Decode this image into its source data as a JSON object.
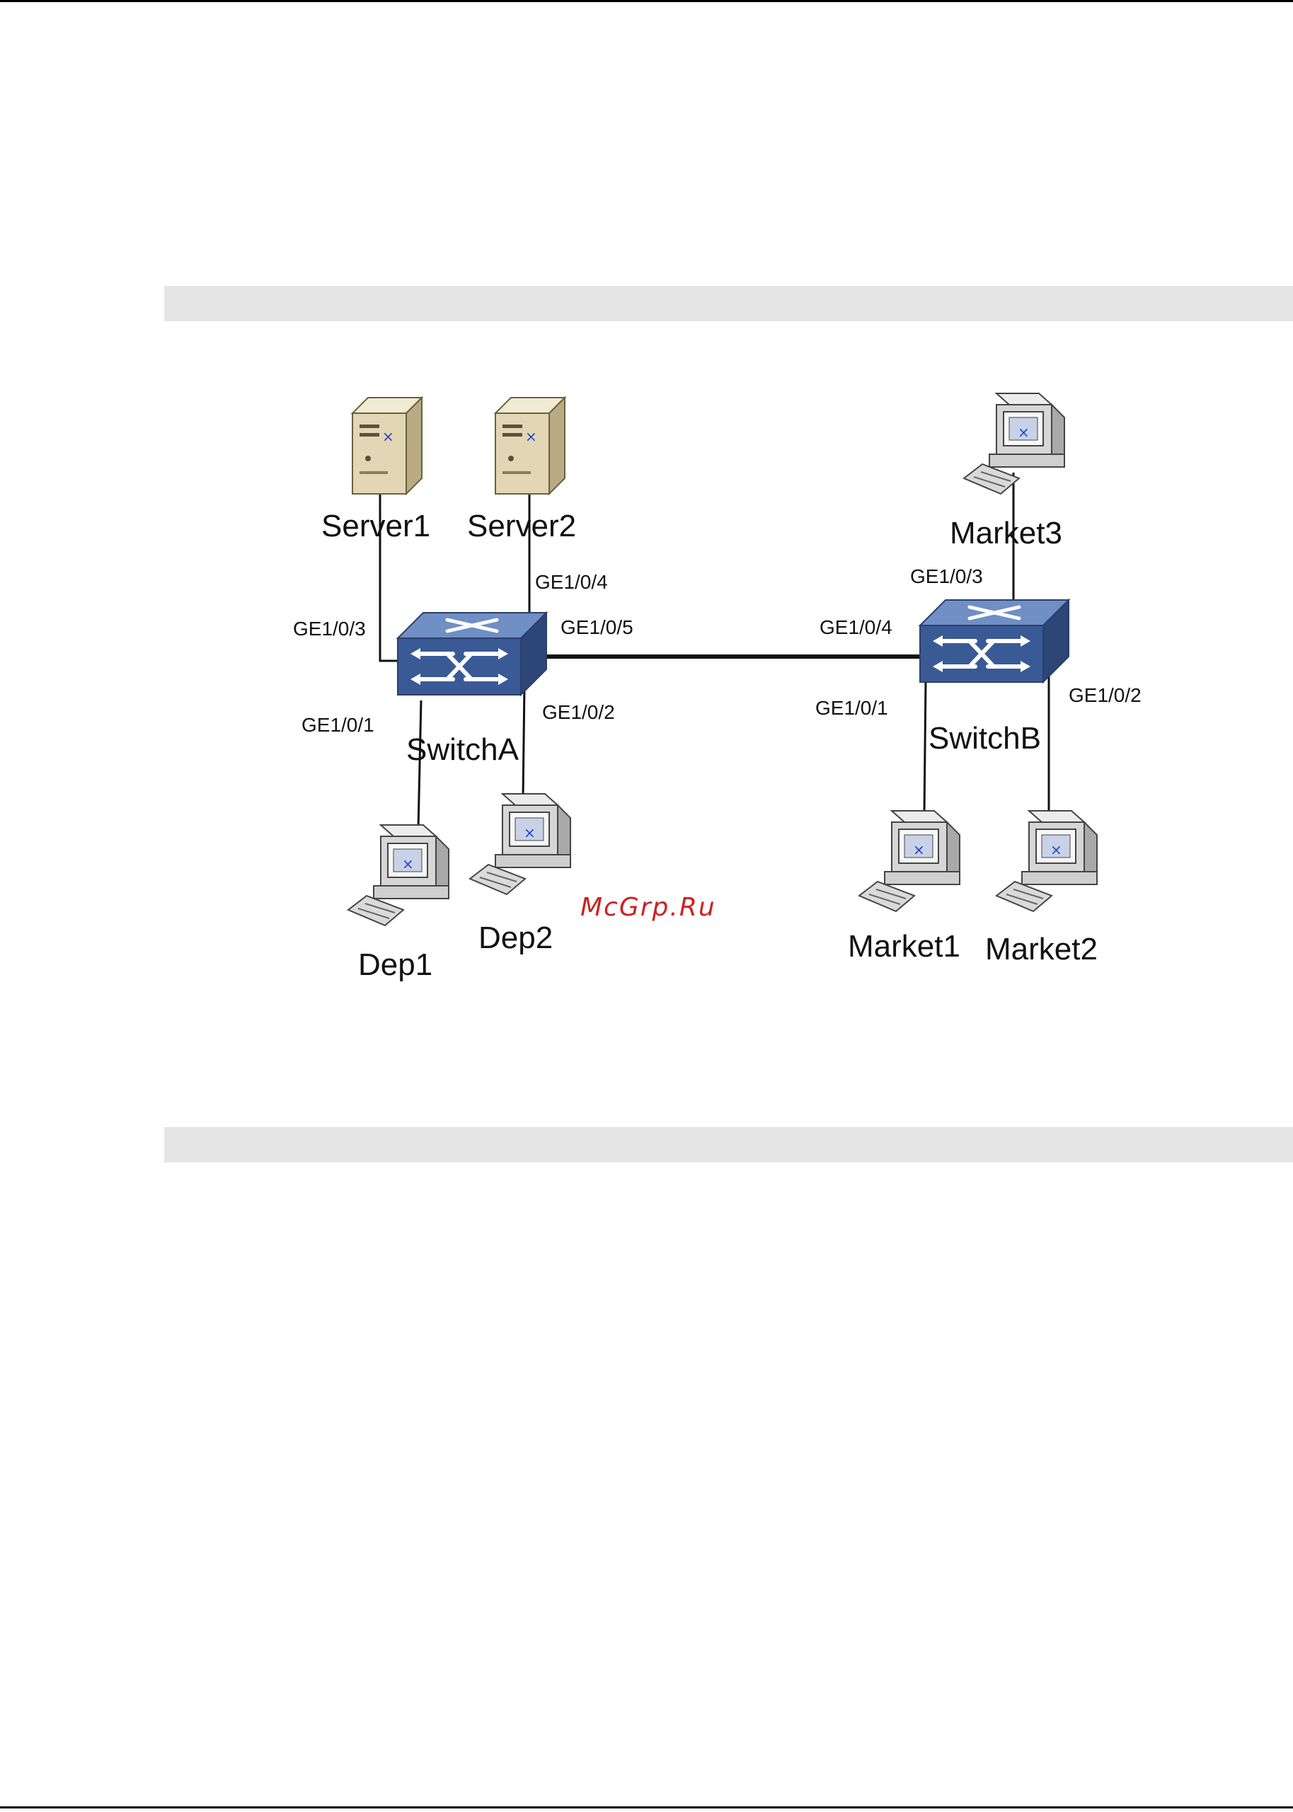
{
  "devices": {
    "switchA": {
      "label": "SwitchA",
      "icon": "switch-icon"
    },
    "switchB": {
      "label": "SwitchB",
      "icon": "switch-icon"
    },
    "server1": {
      "label": "Server1",
      "icon": "server-icon"
    },
    "server2": {
      "label": "Server2",
      "icon": "server-icon"
    },
    "dep1": {
      "label": "Dep1",
      "icon": "computer-icon"
    },
    "dep2": {
      "label": "Dep2",
      "icon": "computer-icon"
    },
    "market1": {
      "label": "Market1",
      "icon": "computer-icon"
    },
    "market2": {
      "label": "Market2",
      "icon": "computer-icon"
    },
    "market3": {
      "label": "Market3",
      "icon": "computer-icon"
    }
  },
  "ports": {
    "a_ge103": "GE1/0/3",
    "a_ge104": "GE1/0/4",
    "a_ge105": "GE1/0/5",
    "a_ge101": "GE1/0/1",
    "a_ge102": "GE1/0/2",
    "b_ge104": "GE1/0/4",
    "b_ge103": "GE1/0/3",
    "b_ge101": "GE1/0/1",
    "b_ge102": "GE1/0/2"
  },
  "links": [
    {
      "from": "Server1",
      "to": "SwitchA",
      "port": "GE1/0/3"
    },
    {
      "from": "Server2",
      "to": "SwitchA",
      "port": "GE1/0/4"
    },
    {
      "from": "SwitchA",
      "to": "SwitchB",
      "port_a": "GE1/0/5",
      "port_b": "GE1/0/4"
    },
    {
      "from": "Dep1",
      "to": "SwitchA",
      "port": "GE1/0/1"
    },
    {
      "from": "Dep2",
      "to": "SwitchA",
      "port": "GE1/0/2"
    },
    {
      "from": "Market3",
      "to": "SwitchB",
      "port": "GE1/0/3"
    },
    {
      "from": "Market1",
      "to": "SwitchB",
      "port": "GE1/0/1"
    },
    {
      "from": "Market2",
      "to": "SwitchB",
      "port": "GE1/0/2"
    }
  ],
  "watermark": "McGrp.Ru",
  "colors": {
    "switch_front": "#3a5a96",
    "switch_top": "#6f8fc5",
    "switch_side": "#2d4678",
    "server_body": "#e2d6b4",
    "computer_body": "#d6d6d6",
    "watermark": "#cc2222"
  }
}
